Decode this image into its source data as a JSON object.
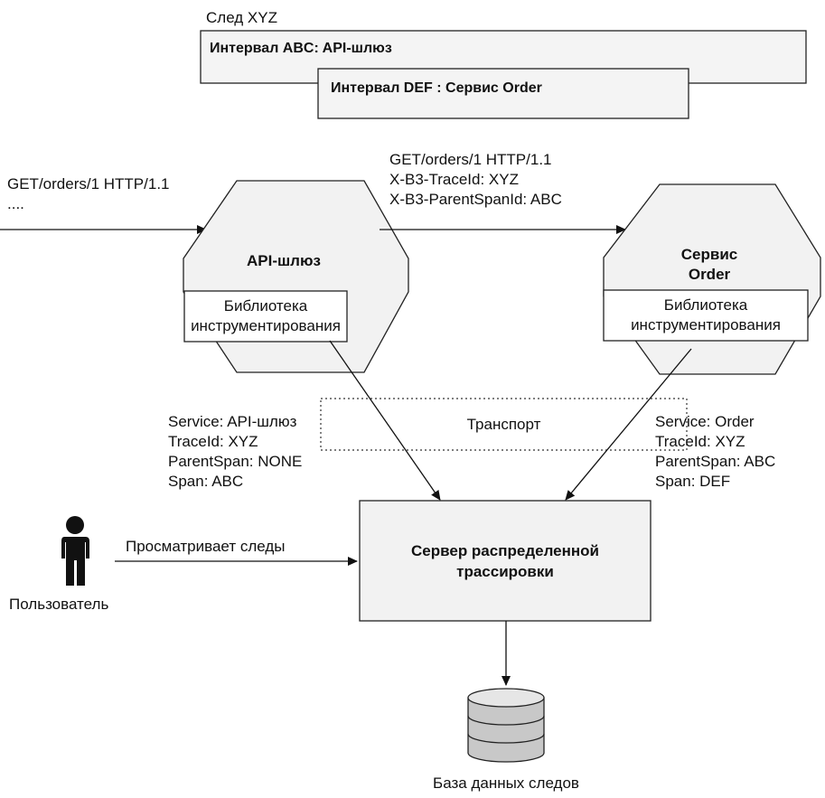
{
  "trace": {
    "title": "След XYZ",
    "span_abc": "Интервал ABC: API-шлюз",
    "span_def": "Интервал DEF : Сервис Order"
  },
  "incoming_request": {
    "line1": "GET/orders/1 HTTP/1.1",
    "line2": "...."
  },
  "forwarded_request": {
    "line1": "GET/orders/1 HTTP/1.1",
    "line2": "X-B3-TraceId: XYZ",
    "line3": "X-B3-ParentSpanId: ABC"
  },
  "api_gateway": {
    "name": "API-шлюз",
    "library_line1": "Библиотека",
    "library_line2": "инструментирования"
  },
  "order_service": {
    "name_line1": "Сервис",
    "name_line2": "Order",
    "library_line1": "Библиотека",
    "library_line2": "инструментирования"
  },
  "transport": "Транспорт",
  "span_left": {
    "service": "Service: API-шлюз",
    "trace": "TraceId: XYZ",
    "parent": "ParentSpan: NONE",
    "span": "Span: ABC"
  },
  "span_right": {
    "service": "Service: Order",
    "trace": "TraceId: XYZ",
    "parent": "ParentSpan: ABC",
    "span": "Span: DEF"
  },
  "user": {
    "label": "Пользователь",
    "action": "Просматривает следы",
    "icon": "person-icon"
  },
  "tracing_server": {
    "line1": "Сервер распределенной",
    "line2": "трассировки"
  },
  "database": {
    "label": "База данных следов",
    "icon": "database-icon"
  }
}
